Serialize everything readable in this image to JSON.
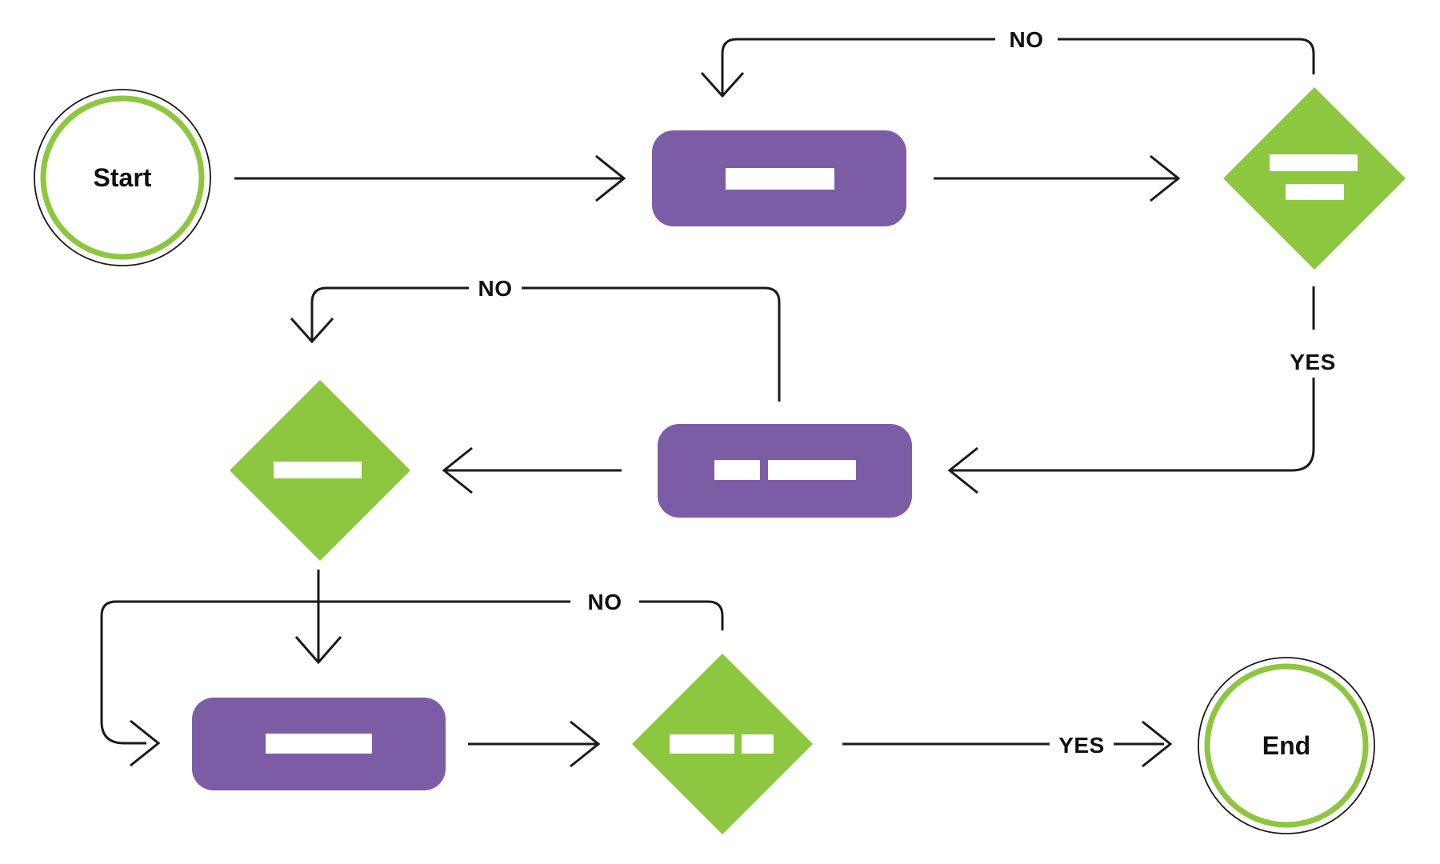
{
  "diagram": {
    "type": "flowchart",
    "background": "#ffffff",
    "colors": {
      "green": "#8dc63f",
      "purple": "#7c5ca5",
      "line": "#1a1a1a",
      "text": "#111111",
      "placeholder_bar": "#ffffff"
    },
    "nodes": {
      "start": {
        "type": "terminator",
        "label": "Start",
        "placeholder_lines": 0
      },
      "process1": {
        "type": "process",
        "label": "",
        "placeholder_lines": 1
      },
      "decision1": {
        "type": "decision",
        "label": "",
        "placeholder_lines": 2
      },
      "process2": {
        "type": "process",
        "label": "",
        "placeholder_lines": 2
      },
      "decision2": {
        "type": "decision",
        "label": "",
        "placeholder_lines": 1
      },
      "process3": {
        "type": "process",
        "label": "",
        "placeholder_lines": 1
      },
      "decision3": {
        "type": "decision",
        "label": "",
        "placeholder_lines": 2
      },
      "end": {
        "type": "terminator",
        "label": "End",
        "placeholder_lines": 0
      }
    },
    "edges": [
      {
        "from": "start",
        "to": "process1",
        "label": ""
      },
      {
        "from": "process1",
        "to": "decision1",
        "label": ""
      },
      {
        "from": "decision1",
        "to": "process1",
        "label": "NO"
      },
      {
        "from": "decision1",
        "to": "process2",
        "label": "YES"
      },
      {
        "from": "process2",
        "to": "decision2",
        "label": ""
      },
      {
        "from": "process2",
        "to": "decision2",
        "label": "NO"
      },
      {
        "from": "decision2",
        "to": "process3",
        "label": ""
      },
      {
        "from": "decision3",
        "to": "process3",
        "label": "NO"
      },
      {
        "from": "process3",
        "to": "decision3",
        "label": ""
      },
      {
        "from": "decision3",
        "to": "end",
        "label": "YES"
      }
    ]
  }
}
